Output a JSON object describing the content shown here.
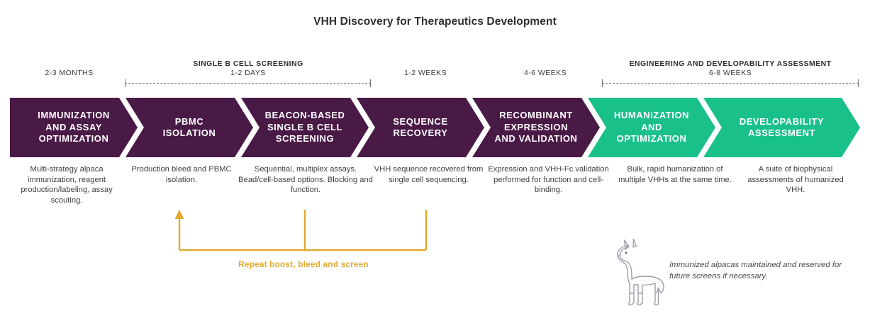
{
  "title": "VHH Discovery for Therapeutics Development",
  "colors": {
    "purple": "#4A1A46",
    "green": "#19C08A",
    "orange": "#E3A92E",
    "text": "#3a3a3c",
    "bracket": "#6f6f72",
    "alpaca_stroke": "#9e9ea6"
  },
  "timeline": [
    {
      "group": "",
      "duration": "2-3 MONTHS",
      "bracket": false
    },
    {
      "group": "SINGLE B CELL SCREENING",
      "duration": "1-2 DAYS",
      "bracket": true
    },
    {
      "group": "",
      "duration": "1-2 WEEKS",
      "bracket": false
    },
    {
      "group": "",
      "duration": "4-6 WEEKS",
      "bracket": false
    },
    {
      "group": "ENGINEERING AND DEVELOPABILITY ASSESSMENT",
      "duration": "6-8 WEEKS",
      "bracket": true
    }
  ],
  "stages": [
    {
      "label": "IMMUNIZATION\nAND ASSAY\nOPTIMIZATION",
      "color": "purple",
      "description": "Multi-strategy alpaca immunization, reagent production/labeling, assay scouting."
    },
    {
      "label": "PBMC\nISOLATION",
      "color": "purple",
      "description": "Production bleed and PBMC isolation."
    },
    {
      "label": "BEACON-BASED\nSINGLE B CELL\nSCREENING",
      "color": "purple",
      "description": "Sequential, multiplex assays. Bead/cell-based options. Blocking and function."
    },
    {
      "label": "SEQUENCE\nRECOVERY",
      "color": "purple",
      "description": "VHH sequence recovered from single cell sequencing."
    },
    {
      "label": "RECOMBINANT\nEXPRESSION\nAND VALIDATION",
      "color": "purple",
      "description": "Expression and VHH-Fc validation performed for function and cell-binding."
    },
    {
      "label": "HUMANIZATION\nAND\nOPTIMIZATION",
      "color": "green",
      "description": "Bulk, rapid humanization of multiple VHHs at the same time."
    },
    {
      "label": "DEVELOPABILITY\nASSESSMENT",
      "color": "green",
      "description": "A suite of biophysical assessments of humanized VHH."
    }
  ],
  "feedback_loop": {
    "label": "Repeat boost, bleed and screen"
  },
  "footnote": {
    "icon": "alpaca-icon",
    "text": "Immunized alpacas maintained and reserved for future screens if necessary."
  }
}
